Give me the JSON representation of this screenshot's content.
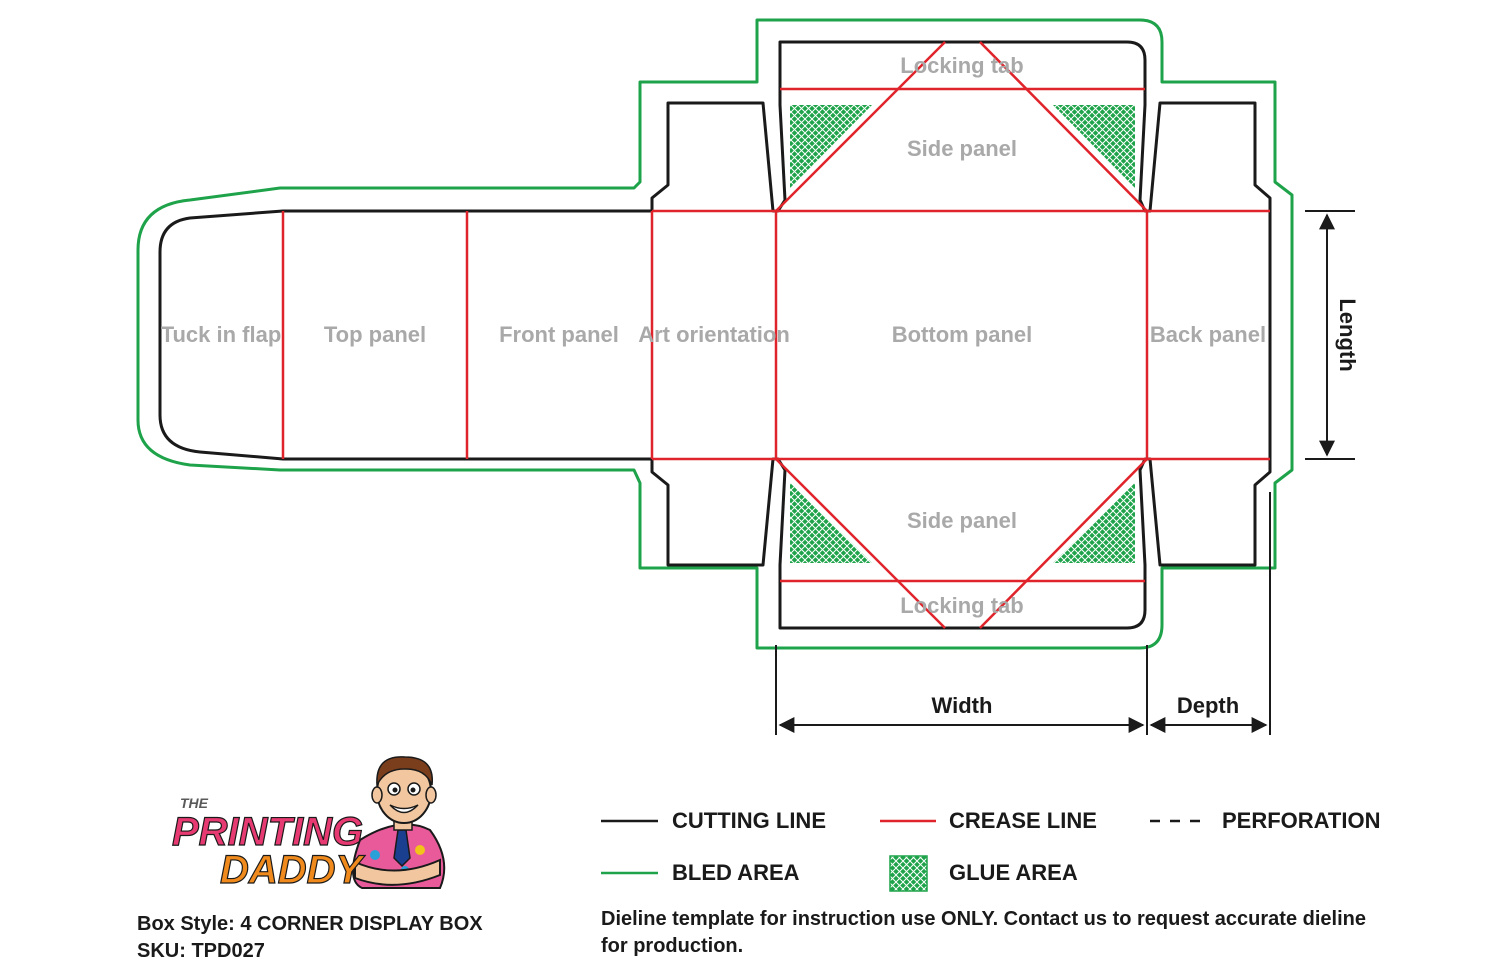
{
  "panels": {
    "tuck_in_flap": "Tuck in flap",
    "top_panel": "Top panel",
    "front_panel": "Front panel",
    "art_orientation": "Art orientation",
    "bottom_panel": "Bottom panel",
    "back_panel": "Back panel",
    "side_panel_top": "Side panel",
    "side_panel_bottom": "Side panel",
    "locking_tab_top": "Locking tab",
    "locking_tab_bottom": "Locking tab"
  },
  "dimensions": {
    "length": "Length",
    "width": "Width",
    "depth": "Depth"
  },
  "legend": {
    "cutting_line": "CUTTING LINE",
    "crease_line": "CREASE LINE",
    "perforation": "PERFORATION",
    "bled_area": "BLED AREA",
    "glue_area": "GLUE AREA"
  },
  "colors": {
    "cut": "#1a1a1a",
    "crease": "#e0242b",
    "bleed": "#1ea34a",
    "glue": "#1ea34a",
    "label": "#a9a9a9"
  },
  "logo": {
    "the": "THE",
    "printing": "PRINTING",
    "daddy": "DADDY"
  },
  "footer": {
    "box_style": "Box Style: 4 CORNER DISPLAY BOX",
    "sku": "SKU: TPD027",
    "disclaimer_line1": "Dieline template for instruction use ONLY. Contact us to request accurate dieline",
    "disclaimer_line2": "for production."
  }
}
